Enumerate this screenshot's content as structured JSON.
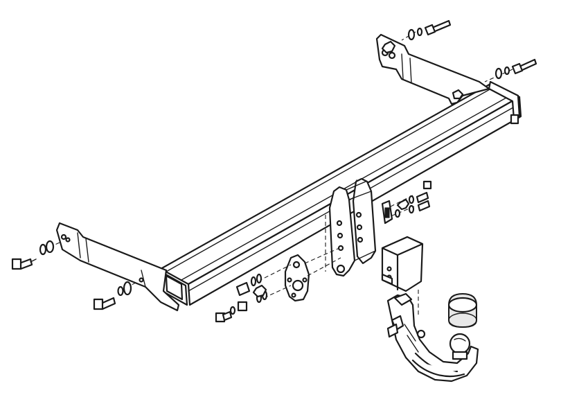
{
  "drawing": {
    "line_color": "#1a1a1a",
    "background": "#ffffff",
    "parts": [
      "crossbar-beam",
      "left-side-bracket",
      "right-side-bracket",
      "center-hitch-plate",
      "socket-mounting-plate",
      "ball-receiver-housing",
      "detachable-tow-ball",
      "ball-cover-cap",
      "bolts",
      "washers",
      "nuts"
    ]
  }
}
